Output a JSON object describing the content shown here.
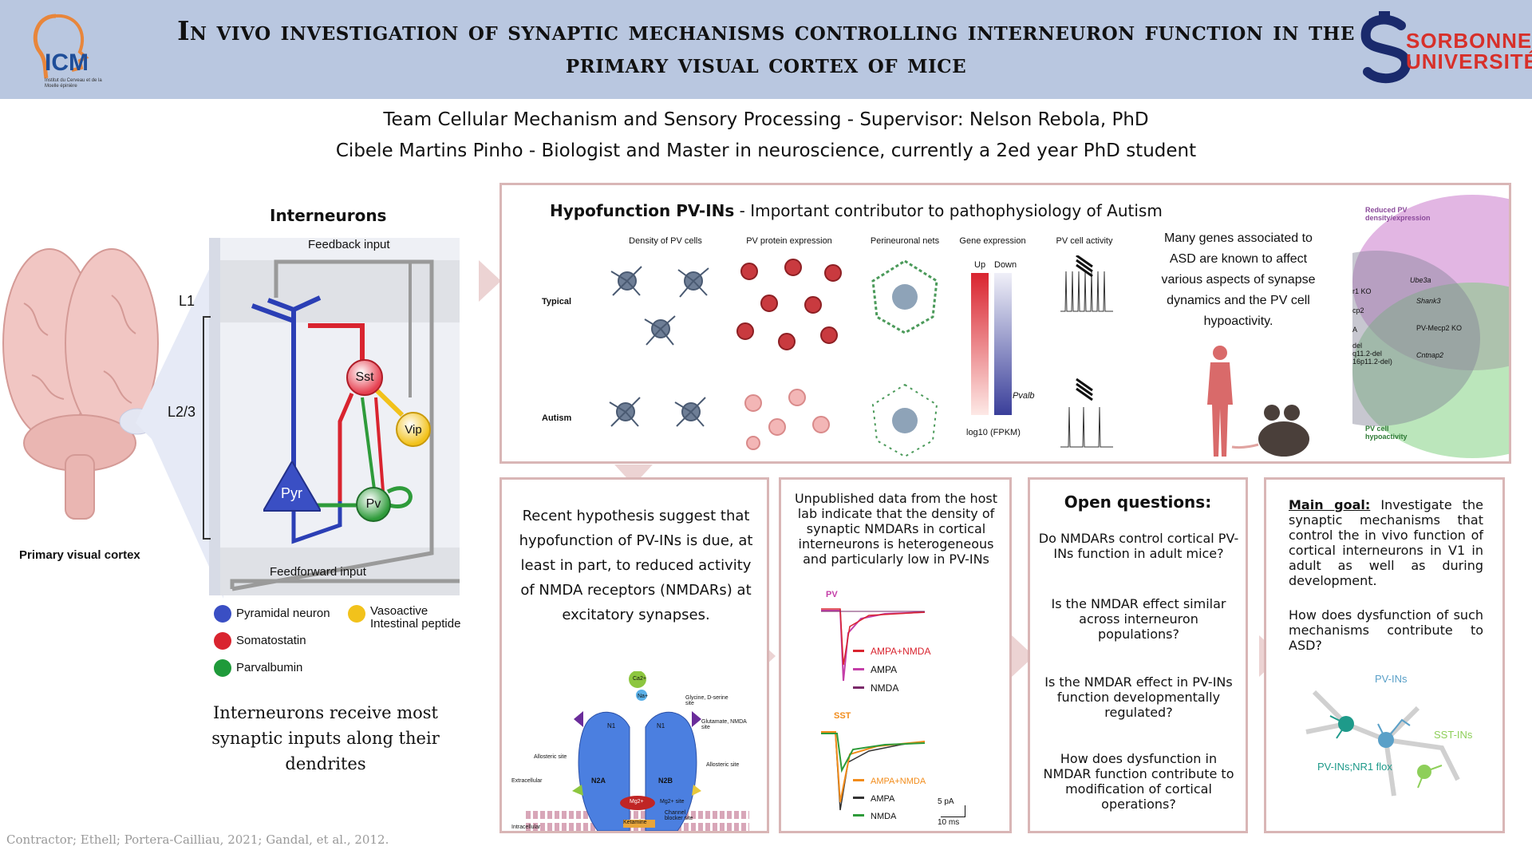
{
  "header": {
    "title": "In vivo investigation of synaptic mechanisms controlling interneuron function in the primary visual cortex of mice",
    "icm_logo": "ICM",
    "icm_sub": "Institut du Cerveau et de la Moelle épinière",
    "sorbonne_line1": "SORBONNE",
    "sorbonne_line2": "UNIVERSITÉ"
  },
  "subtitles": {
    "line1": "Team Cellular Mechanism and Sensory Processing - Supervisor: Nelson Rebola, PhD",
    "line2": "Cibele Martins Pinho - Biologist and Master in neuroscience, currently a 2ed year PhD student"
  },
  "left": {
    "interneurons_title": "Interneurons",
    "brain_caption": "Primary visual cortex",
    "feedback_label": "Feedback input",
    "feedforward_label": "Feedforward input",
    "layer_l1": "L1",
    "layer_l23": "L2/3",
    "cell_sst": "Sst",
    "cell_vip": "Vip",
    "cell_pyr": "Pyr",
    "cell_pv": "Pv",
    "legend": [
      {
        "label": "Pyramidal neuron",
        "color": "#3a4fc4"
      },
      {
        "label": "Somatostatin",
        "color": "#d9242f"
      },
      {
        "label": "Parvalbumin",
        "color": "#1f9a3a"
      },
      {
        "label": "Vasoactive Intestinal peptide",
        "color": "#f2c21b"
      }
    ],
    "caption": "Interneurons receive most synaptic inputs along their dendrites",
    "references": "Contractor; Ethell; Portera-Cailliau, 2021; Gandal, et al., 2012."
  },
  "top_panel": {
    "heading_bold": "Hypofunction PV-INs",
    "heading_rest": " - Important contributor to pathophysiology of Autism",
    "col_labels": [
      "Density of PV cells",
      "PV protein expression",
      "Perineuronal nets",
      "Gene expression",
      "PV cell activity"
    ],
    "row_typical": "Typical",
    "row_autism": "Autism",
    "up": "Up",
    "down": "Down",
    "pvalb": "Pvalb",
    "fpkm": "log10 (FPKM)",
    "genes_text": "Many genes associated to ASD are known to affect various aspects of synapse dynamics and the PV cell hypoactivity.",
    "venn_top": "Reduced PV density/expression",
    "venn_bottom": "PV cell hypoactivity",
    "venn_items": [
      "Ube3a",
      "Shank3",
      "PV-Mecp2 KO",
      "Cntnap2",
      "r1 KO",
      "cp2",
      "A",
      "del",
      "q11.2-del",
      "16p11.2-del)"
    ]
  },
  "panel_hyp": {
    "text": "Recent hypothesis suggest that hypofunction of PV-INs is due, at least in part,  to reduced activity of NMDA receptors (NMDARs) at excitatory synapses.",
    "labels": {
      "ca": "Ca2+",
      "na": "Na+",
      "n1a": "N1",
      "n1b": "N1",
      "n2a": "N2A",
      "n2b": "N2B",
      "glycine": "Glycine, D-serine site",
      "glutamate": "Glutamate, NMDA site",
      "allo_left": "Allosteric site",
      "allo_right": "Allosteric site",
      "extracellular": "Extracellular",
      "intracellular": "Intracellular",
      "mg": "Mg2+",
      "mg_site": "Mg2+ site",
      "ketamine": "Ketamine",
      "channel": "Channel blocker site"
    }
  },
  "panel_data": {
    "text": "Unpublished data from the host lab indicate that the density of synaptic NMDARs in cortical interneurons is heterogeneous and particularly low in PV-INs",
    "pv_label": "PV",
    "sst_label": "SST",
    "legend_pv": [
      {
        "label": "AMPA+NMDA",
        "color": "#d9242f"
      },
      {
        "label": "AMPA",
        "color": "#c43fa8"
      },
      {
        "label": "NMDA",
        "color": "#7a2a6a"
      }
    ],
    "legend_sst": [
      {
        "label": "AMPA+NMDA",
        "color": "#f28c1b"
      },
      {
        "label": "AMPA",
        "color": "#333333"
      },
      {
        "label": "NMDA",
        "color": "#2e9b3a"
      }
    ],
    "scale_y": "5 pA",
    "scale_x": "10 ms"
  },
  "panel_questions": {
    "title": "Open questions:",
    "items": [
      "Do NMDARs control cortical PV-INs function in adult mice?",
      "Is the NMDAR effect similar across interneuron populations?",
      "Is the NMDAR effect in PV-INs function developmentally regulated?",
      "How does dysfunction in NMDAR function contribute to modification of cortical operations?"
    ]
  },
  "panel_goal": {
    "label": "Main goal:",
    "text": " Investigate the synaptic mechanisms that control the in vivo function of cortical interneurons in V1 in adult as well as during development.",
    "question": "How does dysfunction of such mechanisms contribute to ASD?",
    "pv_ins": "PV-INs",
    "sst_ins": "SST-INs",
    "flox": "PV-INs;NR1 flox"
  }
}
